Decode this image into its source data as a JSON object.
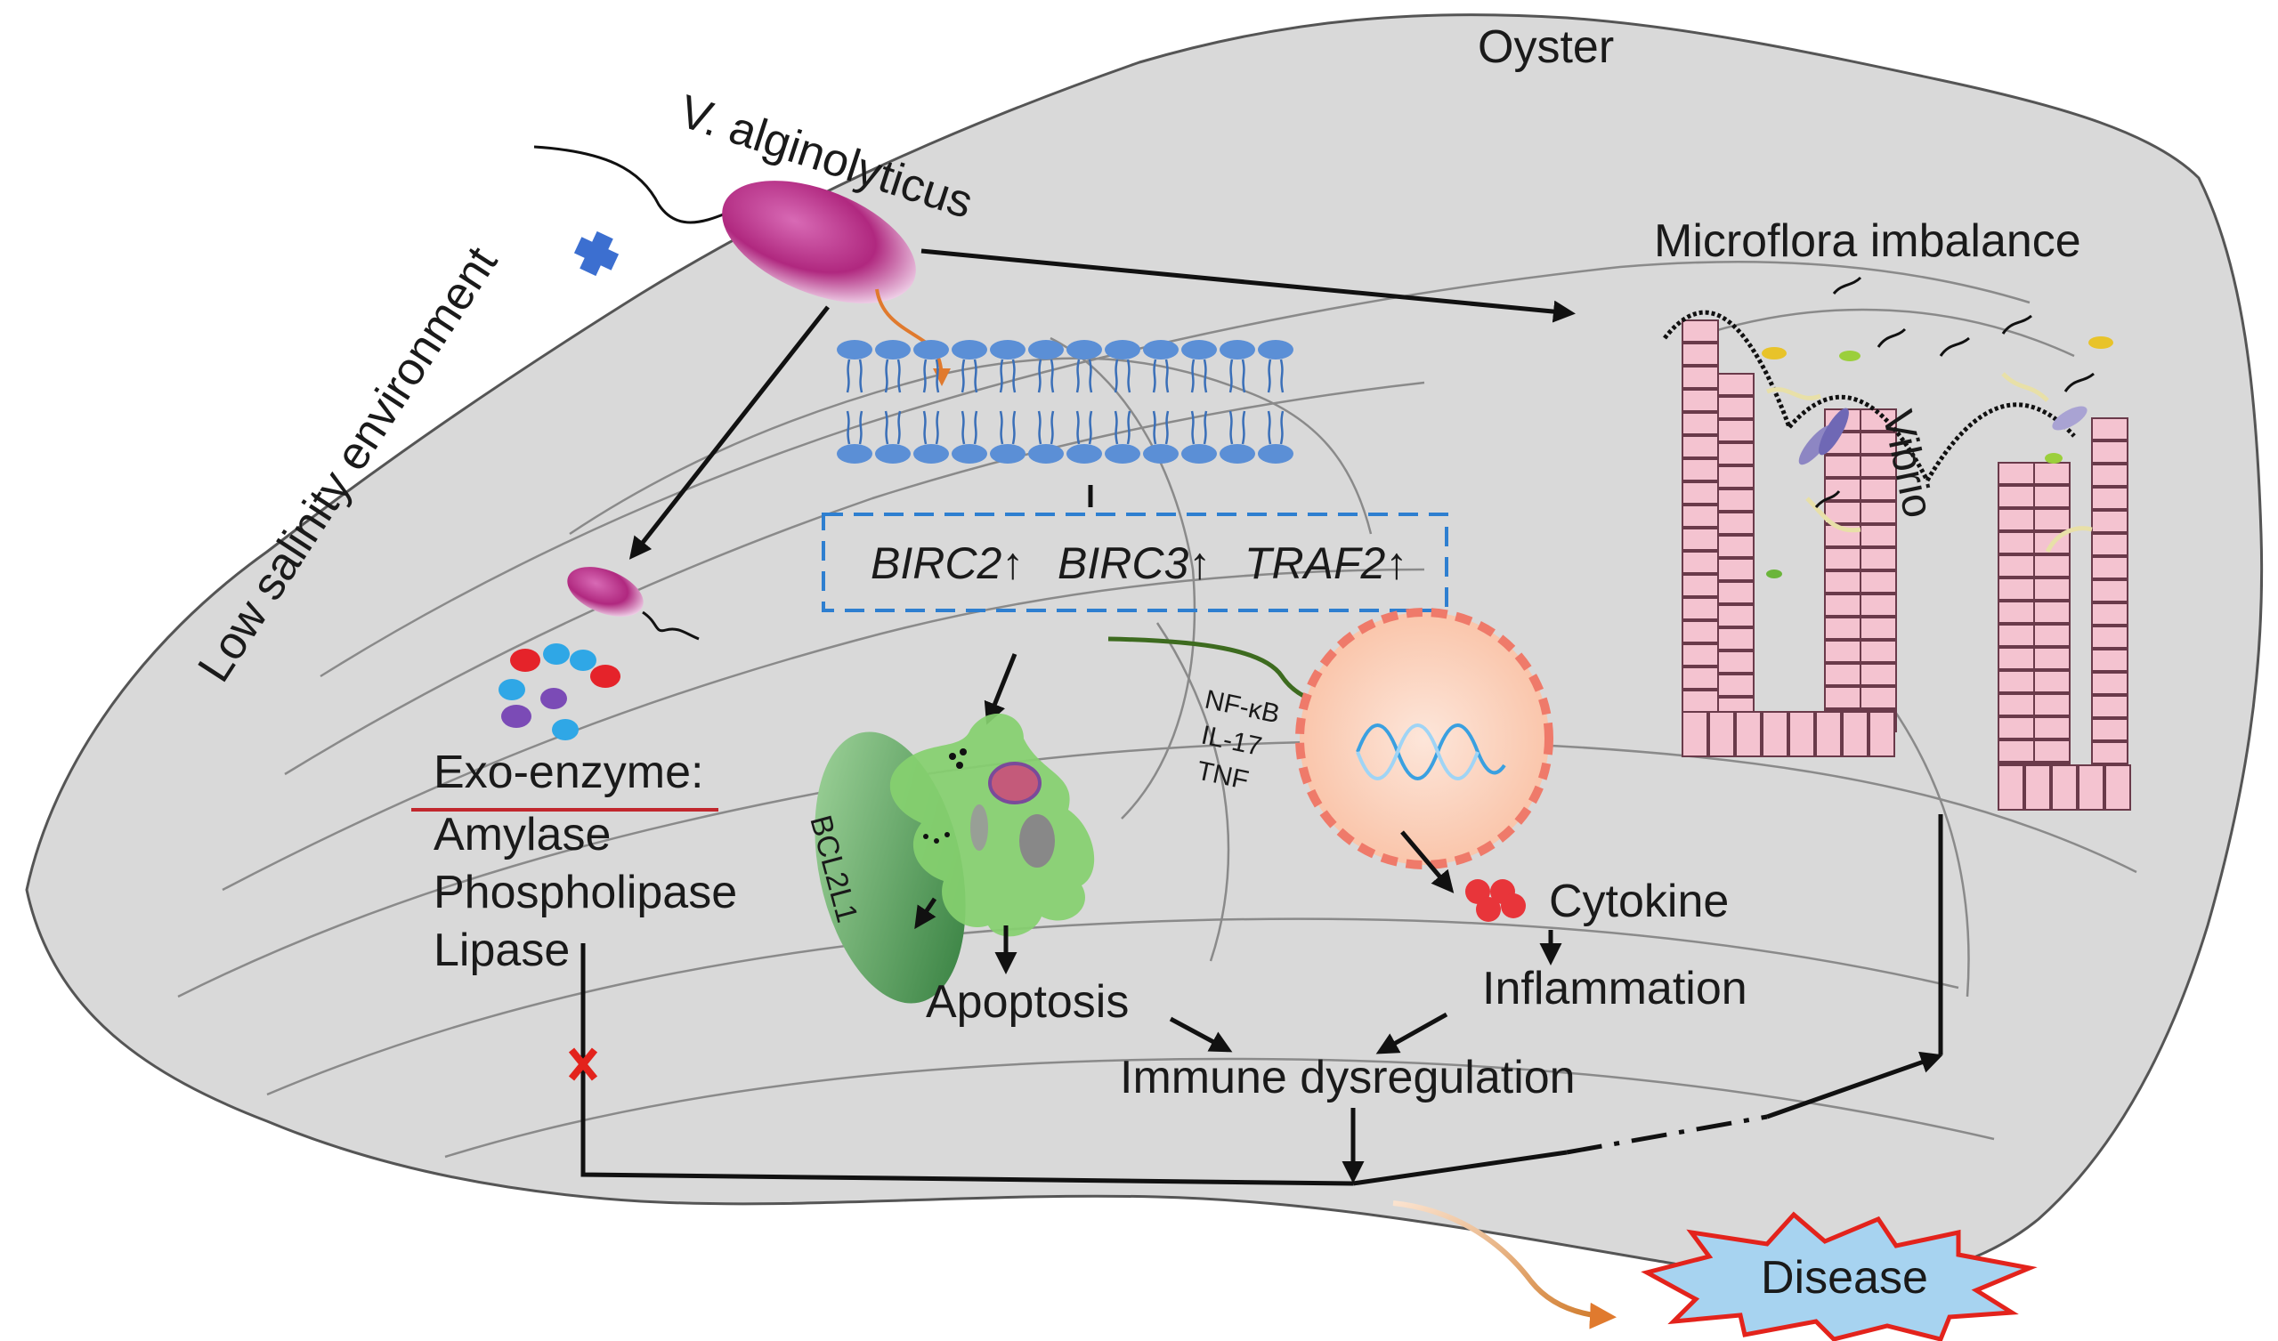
{
  "labels": {
    "oyster": "Oyster",
    "pathogen": "V. alginolyticus",
    "environment": "Low salinity environment",
    "microflora": "Microflora imbalance",
    "vibrio": "Vibrio",
    "exo_title": "Exo-enzyme:",
    "enzymes": [
      "Amylase",
      "Phospholipase",
      "Lipase"
    ],
    "genes": [
      "BIRC2",
      "BIRC3",
      "TRAF2"
    ],
    "up_arrow": "↑",
    "pathways": [
      "NF-κB",
      "IL-17",
      "TNF"
    ],
    "bcl": "BCL2L1",
    "apoptosis": "Apoptosis",
    "cytokine": "Cytokine",
    "inflammation": "Inflammation",
    "immune": "Immune dysregulation",
    "disease": "Disease"
  },
  "colors": {
    "oyster_body": "#d9d9d9",
    "oyster_outline": "#555555",
    "bacterium": "#b0287f",
    "membrane_head": "#5b8fd6",
    "dashed_box": "#2e7fd0",
    "nucleus": "#fbd3c0",
    "cell_green": "#8ad67a",
    "intestine": "#f4c3d0",
    "disease_fill": "#a7d3f0",
    "disease_stroke": "#e3231c",
    "block_mark": "#e3231c"
  }
}
